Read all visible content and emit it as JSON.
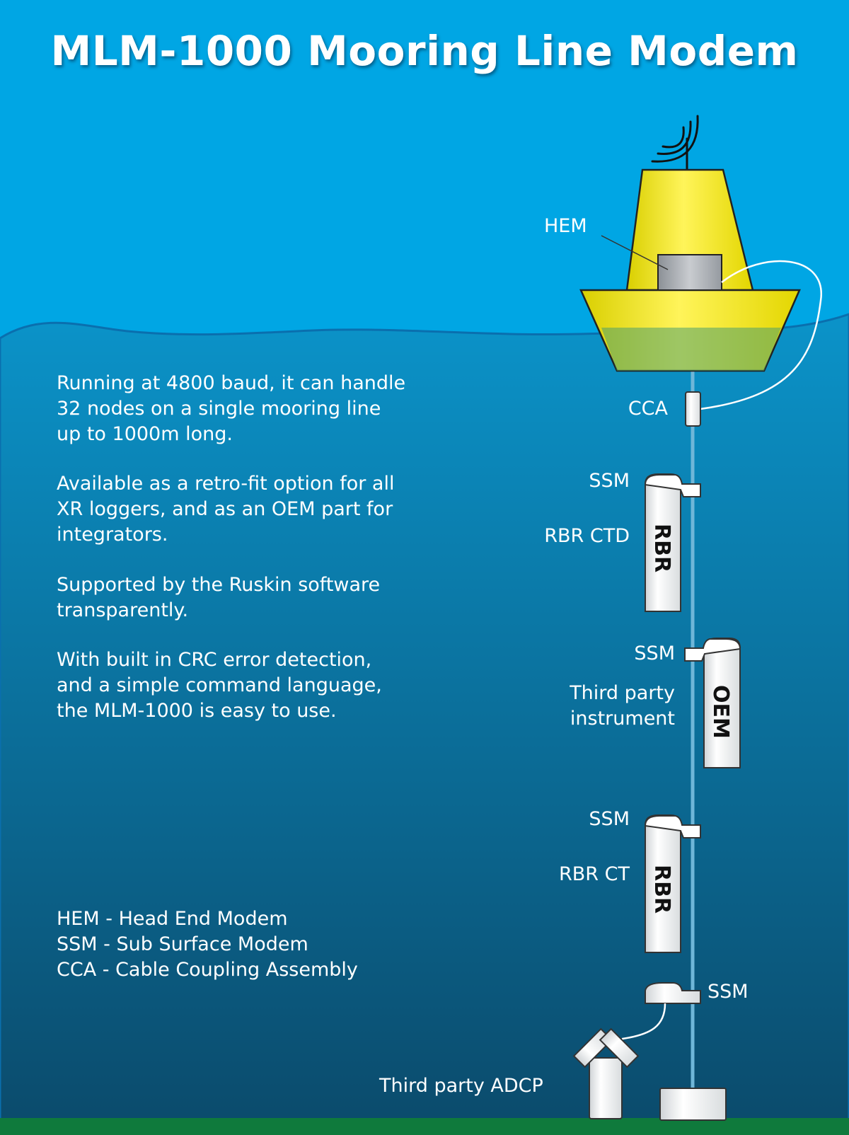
{
  "title": "MLM-1000 Mooring Line Modem",
  "description": [
    [
      "Running at 4800 baud, it can handle",
      "32 nodes on a single mooring line",
      "up to 1000m long."
    ],
    [
      "Available as a retro-fit option for all",
      "XR loggers, and as an OEM part for",
      "integrators."
    ],
    [
      "Supported by the Ruskin software",
      "transparently."
    ],
    [
      "With built in CRC error detection,",
      "and a simple command language,",
      "the MLM-1000 is easy to use."
    ]
  ],
  "abbreviations": [
    "HEM - Head End Modem",
    "SSM - Sub Surface Modem",
    "CCA - Cable Coupling Assembly"
  ],
  "labels": {
    "hem": "HEM",
    "cca": "CCA",
    "ssm": "SSM",
    "rbr_ctd": "RBR CTD",
    "third_party_instrument": [
      "Third party",
      "instrument"
    ],
    "rbr_ct": "RBR CT",
    "third_party_adcp": "Third party ADCP"
  },
  "instrument_marks": {
    "rbr": "RBR",
    "oem": "OEM"
  },
  "colors": {
    "sky": "#00a6e4",
    "sea_top": "#0b93c9",
    "sea_bottom": "#0b4b6c",
    "seabed": "#0f7a3c",
    "buoy_yellow": "#ffeb00",
    "hem_gray": "#a6aaae"
  }
}
